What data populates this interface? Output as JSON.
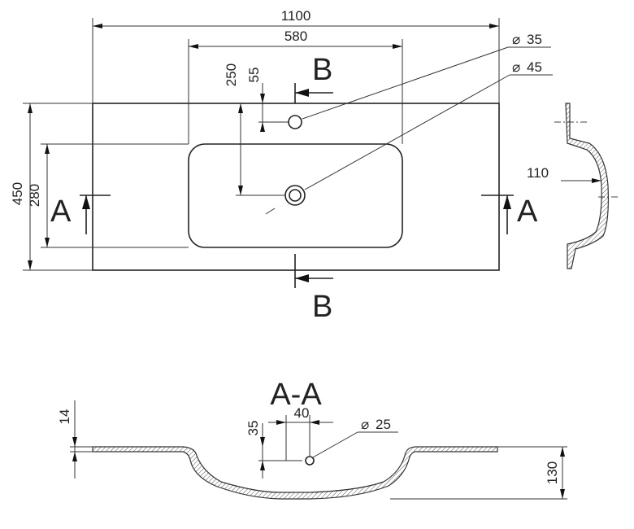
{
  "top_view": {
    "overall_width": "1100",
    "bowl_width": "580",
    "overall_depth": "450",
    "bowl_depth": "280",
    "drain_offset": "250",
    "tap_offset": "55",
    "tap_hole_dia": "35",
    "drain_dia": "45",
    "section_a_label": "A",
    "section_b_label": "B"
  },
  "side_view": {
    "depth_dim": "110"
  },
  "section_view": {
    "title": "A-A",
    "slab_thickness": "14",
    "overflow_height": "35",
    "overflow_width": "40",
    "overflow_dia": "25",
    "total_height": "130"
  },
  "symbols": {
    "diameter": "⌀"
  }
}
